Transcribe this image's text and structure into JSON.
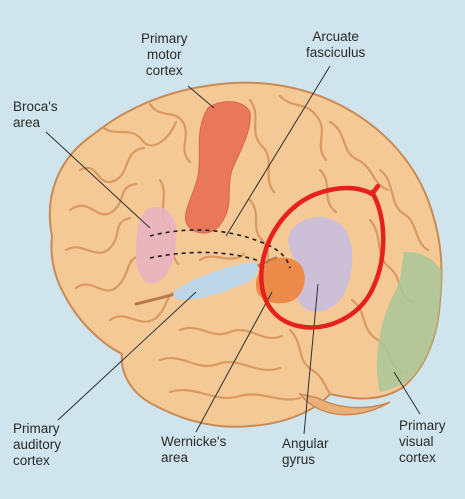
{
  "labels": {
    "primary_motor_cortex": [
      "Primary",
      "motor",
      "cortex"
    ],
    "arcuate_fasciculus": [
      "Arcuate",
      "fasciculus"
    ],
    "brocas_area": [
      "Broca's",
      "area"
    ],
    "primary_auditory_cortex": [
      "Primary",
      "auditory",
      "cortex"
    ],
    "wernickes_area": [
      "Wernicke's",
      "area"
    ],
    "angular_gyrus": [
      "Angular",
      "gyrus"
    ],
    "primary_visual_cortex": [
      "Primary",
      "visual",
      "cortex"
    ]
  },
  "colors": {
    "background": "#cfe4ec",
    "brain": "#f4c995",
    "brain_shadow": "#e6a970",
    "motor_cortex": "#e9785a",
    "brocas_area": "#eab2c2",
    "auditory_cortex": "#bcd6e8",
    "wernickes_area": "#ec8a4a",
    "angular_gyrus": "#cbbfdb",
    "visual_cortex": "#a9c79a",
    "highlight_circle": "#e8201b"
  }
}
